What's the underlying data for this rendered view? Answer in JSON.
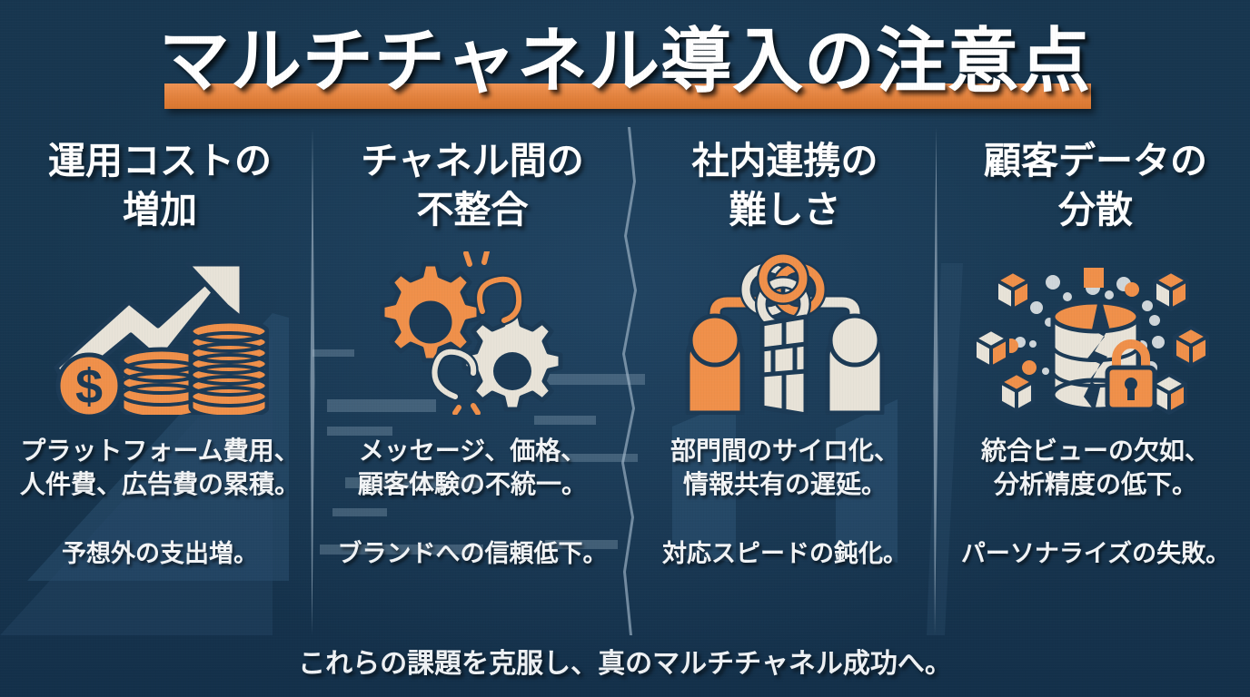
{
  "page": {
    "title": "マルチチャネル導入の注意点",
    "footer_note": "これらの課題を克服し、真のマルチチャネル成功へ。",
    "background_color": "#16344f",
    "accent_color": "#e8893f",
    "text_color": "#ffffff",
    "icon_cream_color": "#e8e3d8"
  },
  "columns": [
    {
      "index": 1,
      "heading_line1": "運用コストの",
      "heading_line2": "増加",
      "icon_name": "rising-cost-coins-icon",
      "detail_line1": "プラットフォーム費用、",
      "detail_line2": "人件費、広告費の累積。",
      "impact": "予想外の支出増。"
    },
    {
      "index": 2,
      "heading_line1": "チャネル間の",
      "heading_line2": "不整合",
      "icon_name": "broken-gears-chain-icon",
      "detail_line1": "メッセージ、価格、",
      "detail_line2": "顧客体験の不統一。",
      "impact": "ブランドへの信頼低下。"
    },
    {
      "index": 3,
      "heading_line1": "社内連携の",
      "heading_line2": "難しさ",
      "icon_name": "siloed-people-wall-icon",
      "detail_line1": "部門間のサイロ化、",
      "detail_line2": "情報共有の遅延。",
      "impact": "対応スピードの鈍化。"
    },
    {
      "index": 4,
      "heading_line1": "顧客データの",
      "heading_line2": "分散",
      "icon_name": "cracked-database-lock-icon",
      "detail_line1": "統合ビューの欠如、",
      "detail_line2": "分析精度の低下。",
      "impact": "パーソナライズの失敗。"
    }
  ]
}
